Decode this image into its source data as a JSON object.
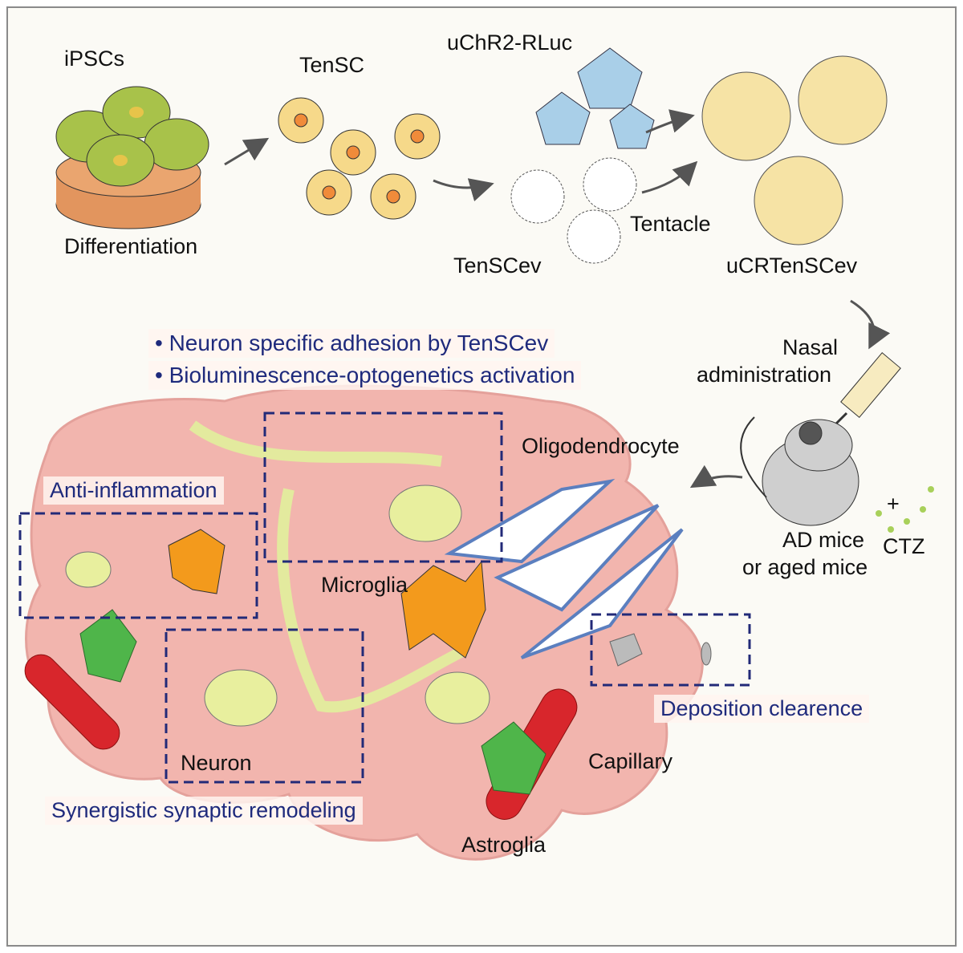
{
  "labels": {
    "ipscs": "iPSCs",
    "differentiation": "Differentiation",
    "tensc": "TenSC",
    "uchr2": "uChR2-RLuc",
    "tentacle": "Tentacle",
    "tenscev": "TenSCev",
    "ucrtenscev": "uCRTenSCev",
    "nasal": "Nasal",
    "administration": "administration",
    "ad_mice": "AD mice",
    "aged_mice": "or aged mice",
    "plus": "+",
    "ctz": "CTZ",
    "oligodendrocyte": "Oligodendrocyte",
    "microglia": "Microglia",
    "neuron": "Neuron",
    "capillary": "Capillary",
    "astroglia": "Astroglia"
  },
  "bullets": [
    "• Neuron specific adhesion by TenSCev",
    "• Bioluminescence-optogenetics activation"
  ],
  "effects": {
    "anti_inflammation": "Anti-inflammation",
    "deposition": "Deposition clearence",
    "synaptic": "Synergistic synaptic remodeling"
  },
  "colors": {
    "brain": "#f2b5ae",
    "accent_text": "#1e2a7c",
    "ipsc": "#a8c24a",
    "tensc": "#f6d98a",
    "microglia": "#f39a1c",
    "astroglia": "#4fb54a",
    "capillary": "#d8262c"
  }
}
